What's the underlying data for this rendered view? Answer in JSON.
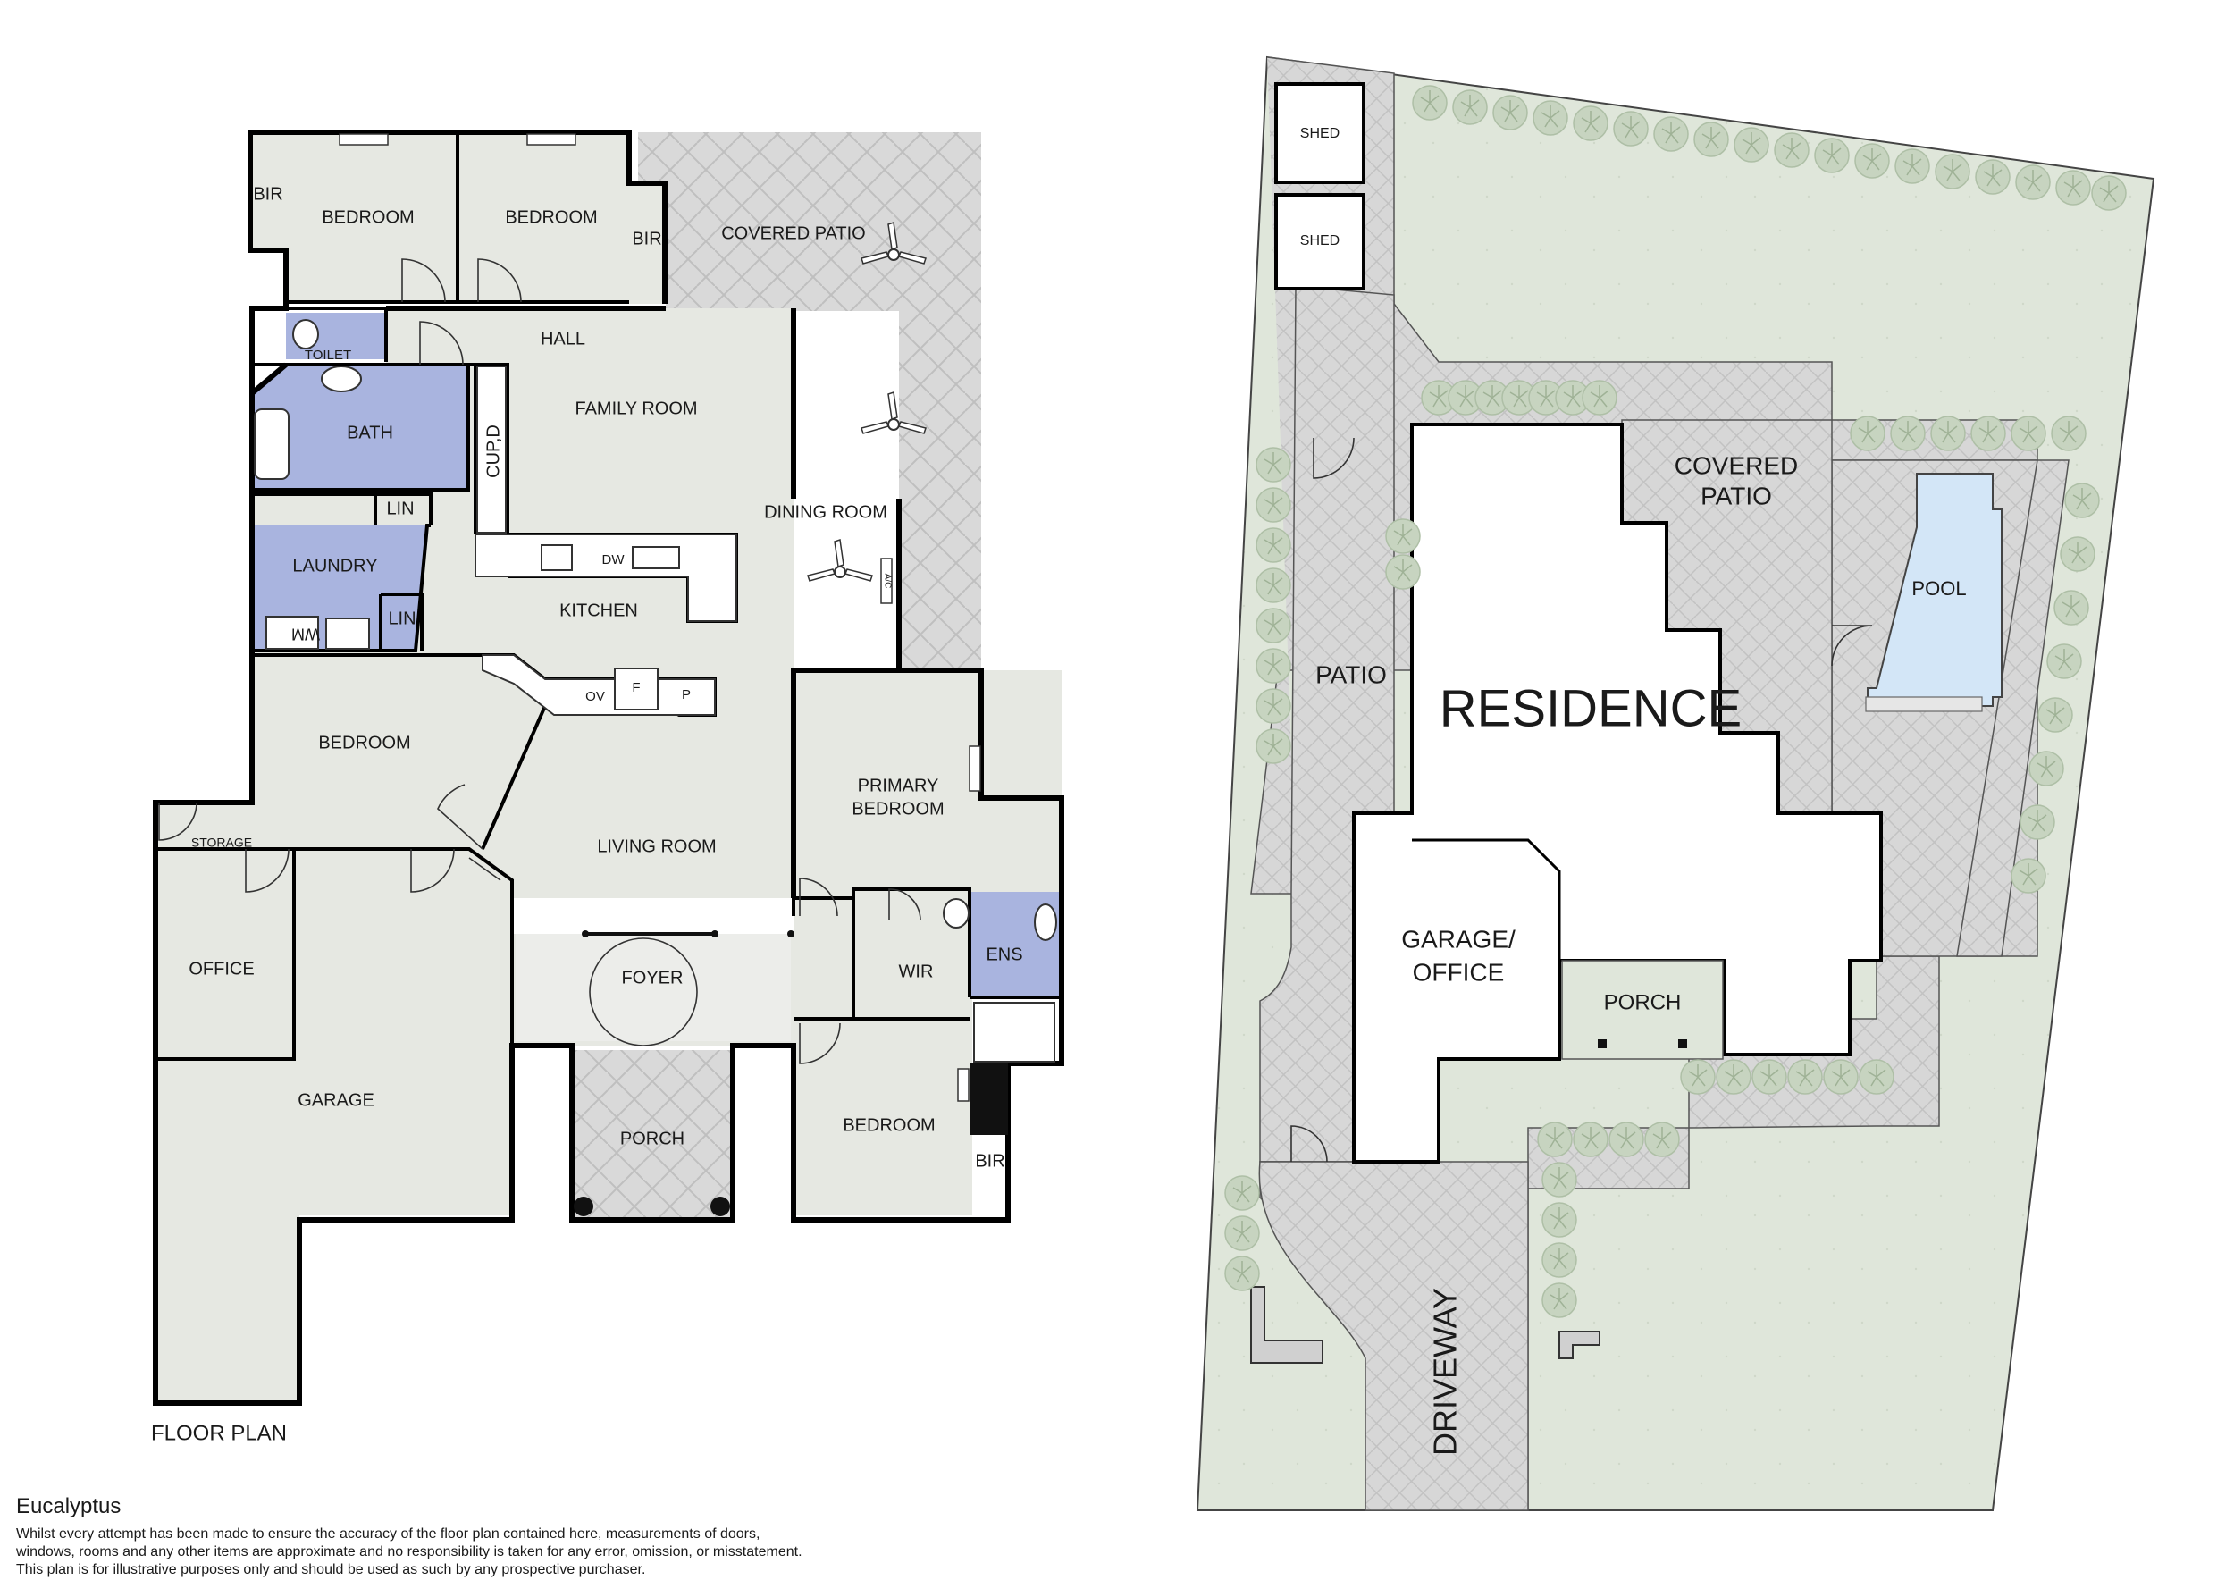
{
  "floor_plan": {
    "title": "FLOOR PLAN",
    "rooms": {
      "bir1": "BIR",
      "bedroom1": "BEDROOM",
      "bedroom2": "BEDROOM",
      "bir2": "BIR",
      "covered_patio": "COVERED PATIO",
      "toilet": "TOILET",
      "hall": "HALL",
      "bath": "BATH",
      "family_room": "FAMILY ROOM",
      "cupd": "CUP,D",
      "lin1": "LIN",
      "laundry": "LAUNDRY",
      "wm": "WM",
      "lin2": "LIN",
      "kitchen": "KITCHEN",
      "dw": "DW",
      "dining_room": "DINING ROOM",
      "ac": "A/C",
      "ov": "OV",
      "f": "F",
      "p": "P",
      "bedroom3": "BEDROOM",
      "primary_bedroom_1": "PRIMARY",
      "primary_bedroom_2": "BEDROOM",
      "storage": "STORAGE",
      "living_room": "LIVING ROOM",
      "office": "OFFICE",
      "wir": "WIR",
      "ens": "ENS",
      "foyer": "FOYER",
      "garage": "GARAGE",
      "porch": "PORCH",
      "bedroom4": "BEDROOM",
      "bir3": "BIR"
    }
  },
  "site_plan": {
    "labels": {
      "shed1": "SHED",
      "shed2": "SHED",
      "covered_patio_1": "COVERED",
      "covered_patio_2": "PATIO",
      "pool": "POOL",
      "patio": "PATIO",
      "residence": "RESIDENCE",
      "garage_office_1": "GARAGE/",
      "garage_office_2": "OFFICE",
      "porch": "PORCH",
      "driveway": "DRIVEWAY"
    }
  },
  "footer": {
    "title": "Eucalyptus",
    "disclaimer_1": "Whilst every attempt has been made to ensure the accuracy of the floor plan contained here, measurements of doors,",
    "disclaimer_2": "windows, rooms and any other items are approximate and no responsibility is taken for any error, omission, or misstatement.",
    "disclaimer_3": "This plan is for illustrative purposes only and should be used as such by any prospective purchaser."
  },
  "colors": {
    "room_fill": "#e6e8e2",
    "wet_area": "#a9b4df",
    "patio_paving": "#d9d9d9",
    "lawn": "#dfe6da",
    "pool": "#d3e6f7",
    "wall": "#000000",
    "shrub": "#c8d5c1"
  }
}
